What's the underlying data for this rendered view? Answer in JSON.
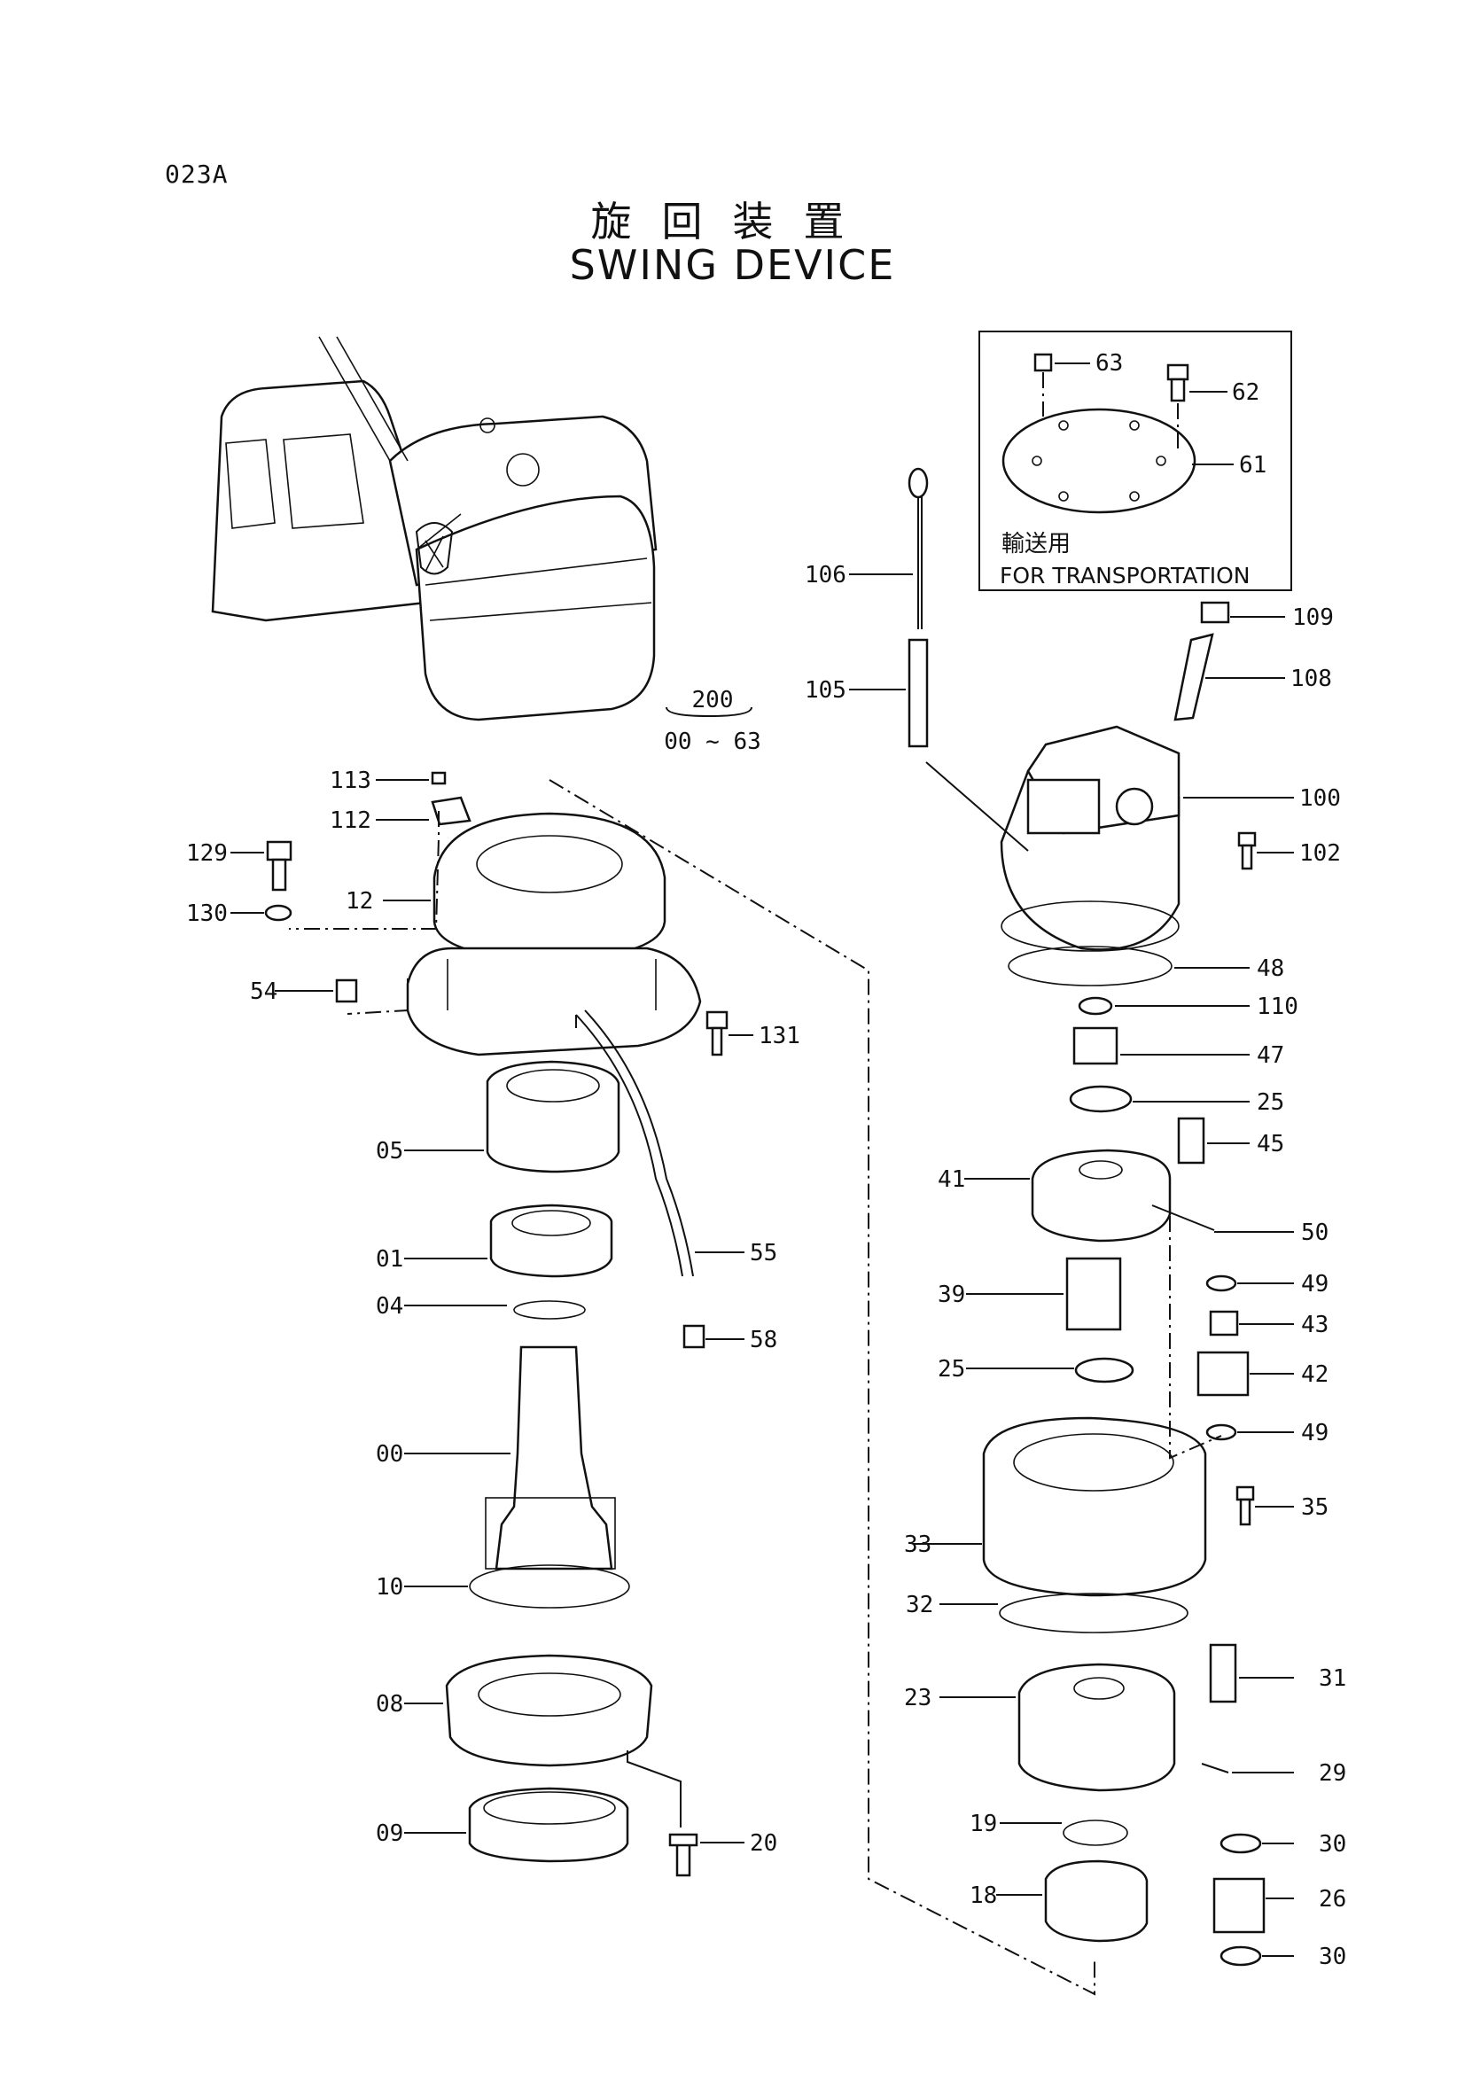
{
  "page": {
    "code": "023A",
    "title_jp": "旋回装置",
    "title_en": "SWING DEVICE"
  },
  "assembly": {
    "number": "200",
    "range": "00 ~ 63"
  },
  "inset": {
    "caption_jp": "輸送用",
    "caption_en": "FOR TRANSPORTATION"
  },
  "callouts": [
    {
      "id": "c63",
      "num": "63"
    },
    {
      "id": "c62",
      "num": "62"
    },
    {
      "id": "c61",
      "num": "61"
    },
    {
      "id": "c106",
      "num": "106"
    },
    {
      "id": "c105",
      "num": "105"
    },
    {
      "id": "c109",
      "num": "109"
    },
    {
      "id": "c108",
      "num": "108"
    },
    {
      "id": "c100",
      "num": "100"
    },
    {
      "id": "c102",
      "num": "102"
    },
    {
      "id": "c48",
      "num": "48"
    },
    {
      "id": "c110",
      "num": "110"
    },
    {
      "id": "c47",
      "num": "47"
    },
    {
      "id": "c25a",
      "num": "25"
    },
    {
      "id": "c45",
      "num": "45"
    },
    {
      "id": "c41",
      "num": "41"
    },
    {
      "id": "c50",
      "num": "50"
    },
    {
      "id": "c49a",
      "num": "49"
    },
    {
      "id": "c39",
      "num": "39"
    },
    {
      "id": "c43",
      "num": "43"
    },
    {
      "id": "c25b",
      "num": "25"
    },
    {
      "id": "c42",
      "num": "42"
    },
    {
      "id": "c49b",
      "num": "49"
    },
    {
      "id": "c35",
      "num": "35"
    },
    {
      "id": "c33",
      "num": "33"
    },
    {
      "id": "c32",
      "num": "32"
    },
    {
      "id": "c31",
      "num": "31"
    },
    {
      "id": "c23",
      "num": "23"
    },
    {
      "id": "c29",
      "num": "29"
    },
    {
      "id": "c19",
      "num": "19"
    },
    {
      "id": "c30a",
      "num": "30"
    },
    {
      "id": "c18",
      "num": "18"
    },
    {
      "id": "c26",
      "num": "26"
    },
    {
      "id": "c30b",
      "num": "30"
    },
    {
      "id": "c113",
      "num": "113"
    },
    {
      "id": "c112",
      "num": "112"
    },
    {
      "id": "c129",
      "num": "129"
    },
    {
      "id": "c12",
      "num": "12"
    },
    {
      "id": "c130",
      "num": "130"
    },
    {
      "id": "c54",
      "num": "54"
    },
    {
      "id": "c131",
      "num": "131"
    },
    {
      "id": "c05",
      "num": "05"
    },
    {
      "id": "c01",
      "num": "01"
    },
    {
      "id": "c55",
      "num": "55"
    },
    {
      "id": "c04",
      "num": "04"
    },
    {
      "id": "c58",
      "num": "58"
    },
    {
      "id": "c00",
      "num": "00"
    },
    {
      "id": "c10",
      "num": "10"
    },
    {
      "id": "c08",
      "num": "08"
    },
    {
      "id": "c09",
      "num": "09"
    },
    {
      "id": "c20",
      "num": "20"
    }
  ]
}
